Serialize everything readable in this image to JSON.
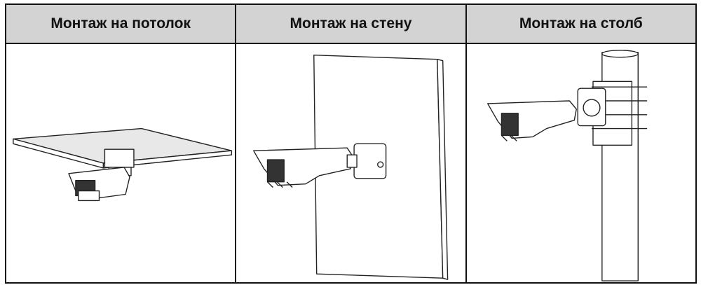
{
  "table": {
    "headers": [
      "Монтаж на потолок",
      "Монтаж на стену",
      "Монтаж на столб"
    ],
    "illustrations": [
      "ceiling-mount-camera",
      "wall-mount-camera",
      "pole-mount-camera"
    ]
  }
}
